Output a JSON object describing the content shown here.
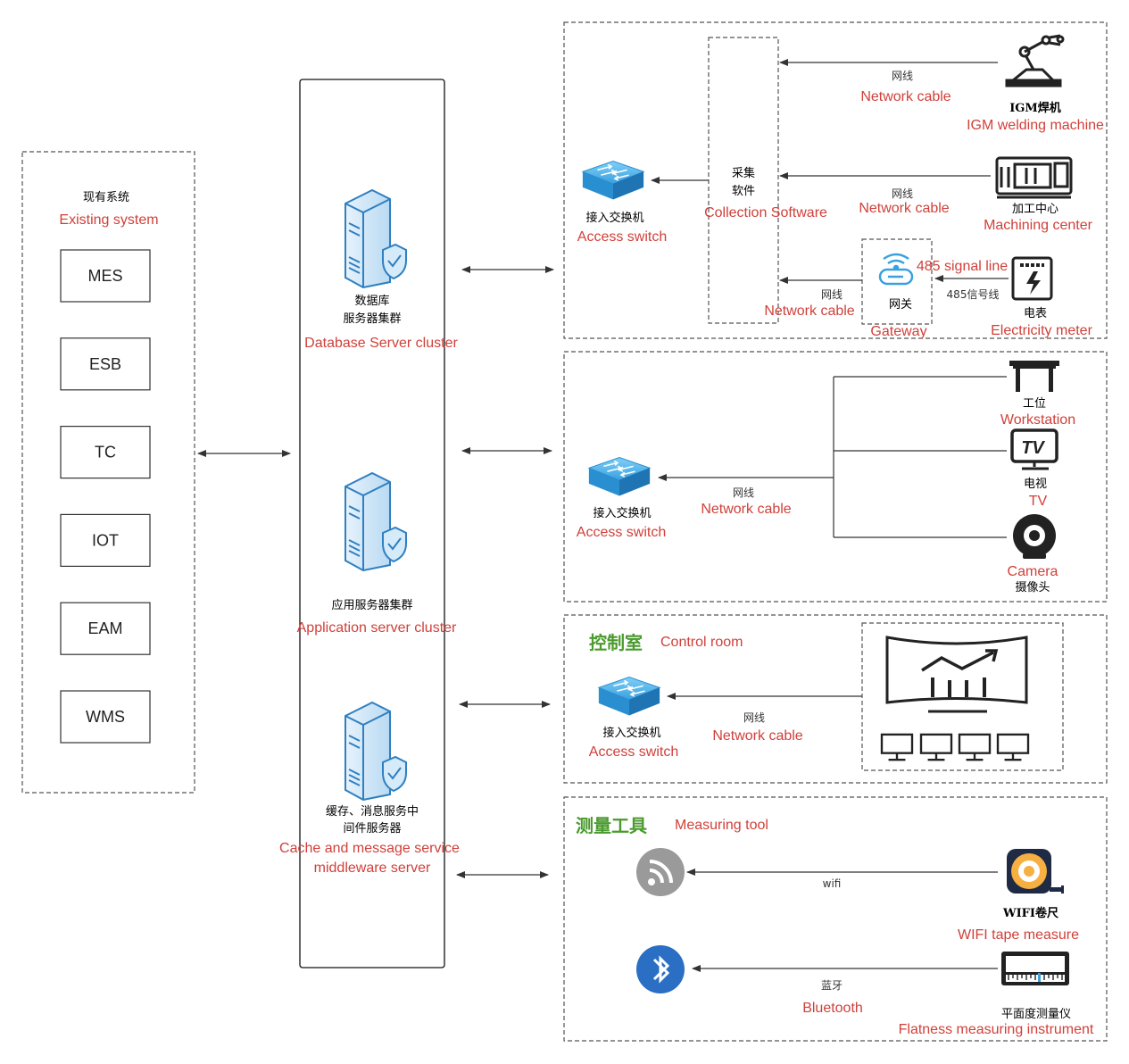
{
  "existing_system": {
    "title_cn": "现有系统",
    "title_en": "Existing system",
    "items": [
      "MES",
      "ESB",
      "TC",
      "IOT",
      "EAM",
      "WMS"
    ]
  },
  "servers": {
    "db": {
      "cn": "数据库",
      "cn2": "服务器集群",
      "en": "Database Server cluster"
    },
    "app": {
      "cn": "应用服务器集群",
      "en": "Application server cluster"
    },
    "cache": {
      "cn": "缓存、消息服务中",
      "cn2": "间件服务器",
      "en": "Cache and message service",
      "en2": "middleware server"
    }
  },
  "panel1": {
    "collection_cn1": "采集",
    "collection_cn2": "软件",
    "collection_en": "Collection Software",
    "switch_cn": "接入交换机",
    "switch_en": "Access switch",
    "igm_cn": "IGM焊机",
    "igm_en": "IGM welding machine",
    "machining_cn": "加工中心",
    "machining_en": "Machining center",
    "meter_cn": "电表",
    "meter_en": "Electricity meter",
    "gateway_cn": "网关",
    "gateway_en": "Gateway",
    "cable_cn": "网线",
    "cable_en": "Network cable",
    "line485_en": "485 signal line",
    "line485_cn": "485信号线"
  },
  "panel2": {
    "switch_cn": "接入交换机",
    "switch_en": "Access switch",
    "cable_cn": "网线",
    "cable_en": "Network cable",
    "workstation_cn": "工位",
    "workstation_en": "Workstation",
    "tv_cn": "电视",
    "tv_en": "TV",
    "tv_icon_text": "TV",
    "camera_en": "Camera",
    "camera_cn": "摄像头"
  },
  "panel3": {
    "title_cn": "控制室",
    "title_en": "Control room",
    "switch_cn": "接入交换机",
    "switch_en": "Access switch",
    "cable_cn": "网线",
    "cable_en": "Network cable"
  },
  "panel4": {
    "title_cn": "测量工具",
    "title_en": "Measuring tool",
    "wifi_label": "wifi",
    "tape_cn": "WIFI卷尺",
    "tape_en": "WIFI tape measure",
    "bt_cn": "蓝牙",
    "bt_en": "Bluetooth",
    "flat_cn": "平面度测量仪",
    "flat_en": "Flatness measuring instrument"
  },
  "colors": {
    "label_red": "#d0403a",
    "title_green": "#4a9a2e",
    "server_blue": "#2f7fc1",
    "switch_blue": "#3aa0e0",
    "bluetooth_blue": "#2a6fc4",
    "wifi_grey": "#9a9a9a"
  }
}
